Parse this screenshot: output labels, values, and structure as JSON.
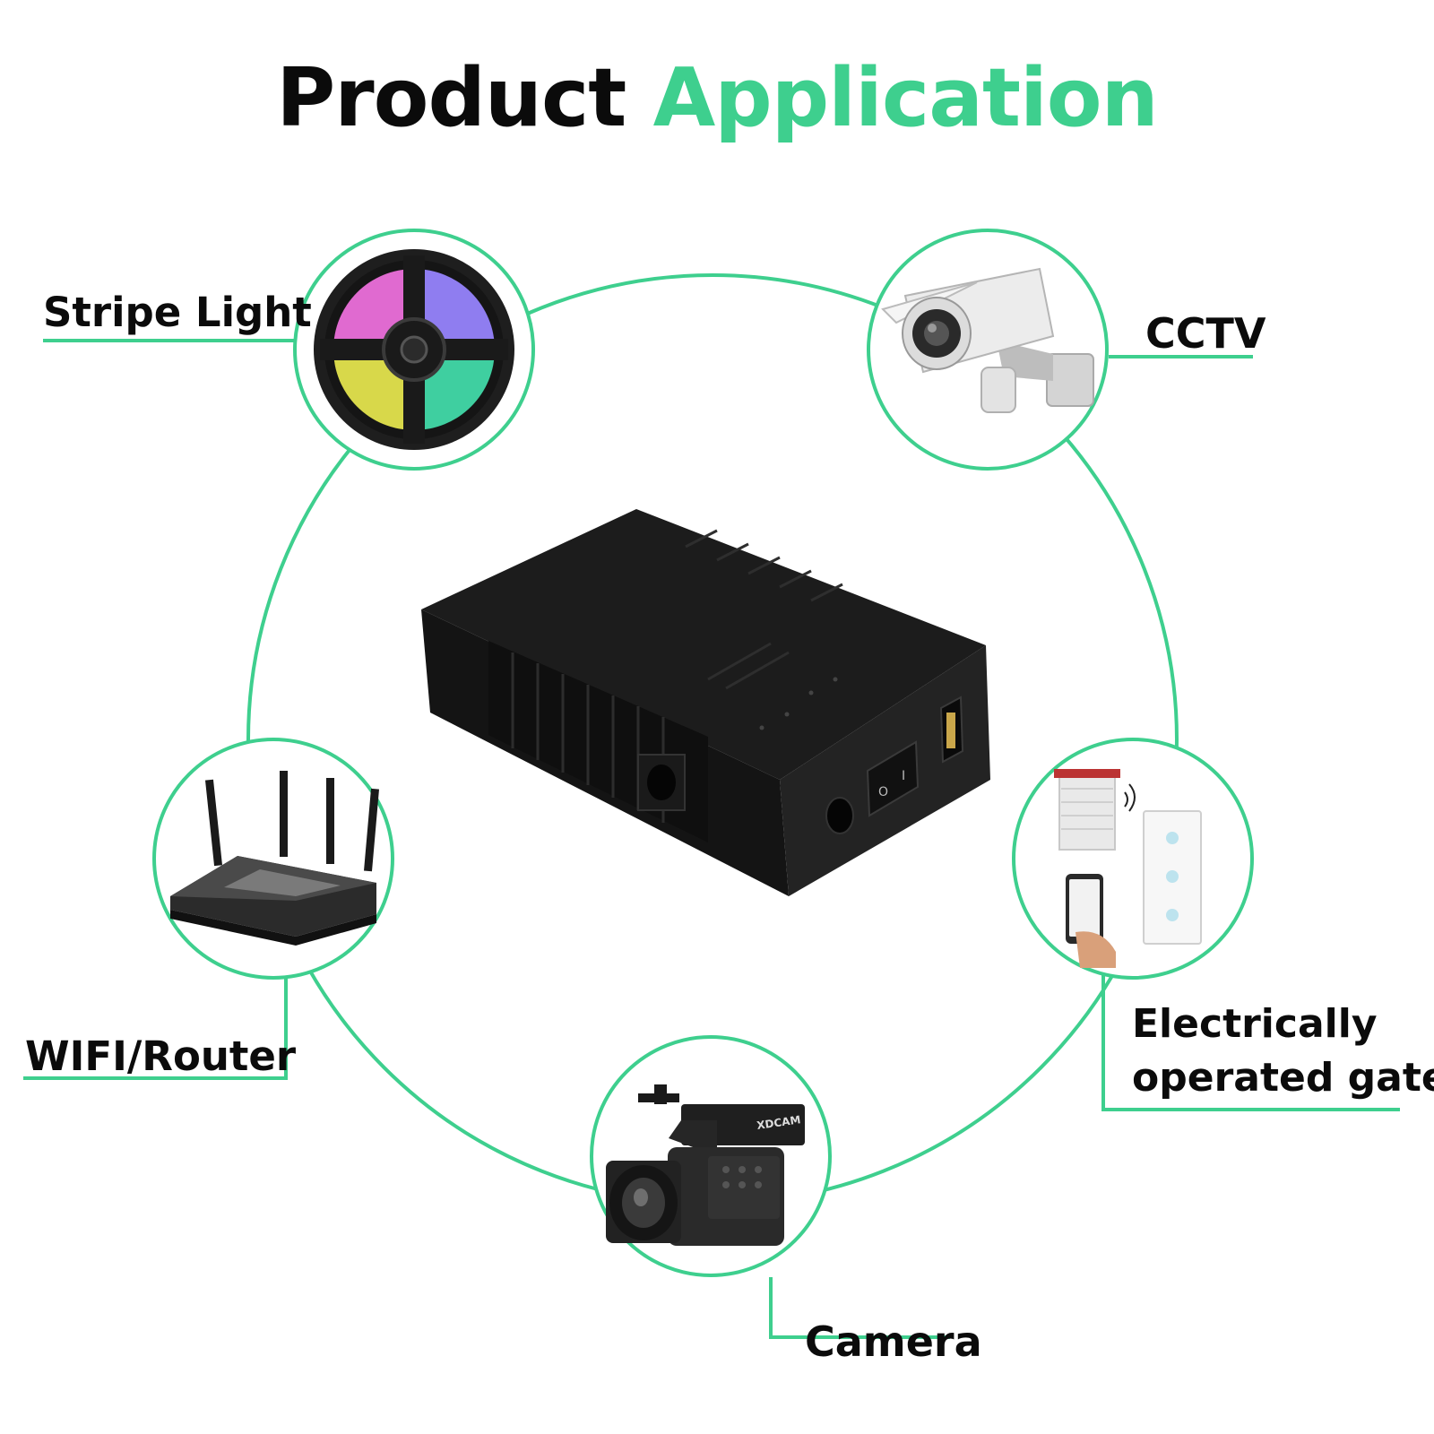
{
  "title": {
    "word1": "Product",
    "word2": "Application"
  },
  "colors": {
    "accent": "#3ecf8e",
    "text": "#0b0b0b",
    "device": "#1c1c1c"
  },
  "labels": {
    "stripe_light": "Stripe Light",
    "cctv": "CCTV",
    "wifi_router": "WIFI/Router",
    "gate_line1": "Electrically",
    "gate_line2": "operated gate",
    "camera": "Camera"
  },
  "device_switch": {
    "on": "I",
    "off": "O"
  },
  "camcorder_brand": "XDCAM"
}
